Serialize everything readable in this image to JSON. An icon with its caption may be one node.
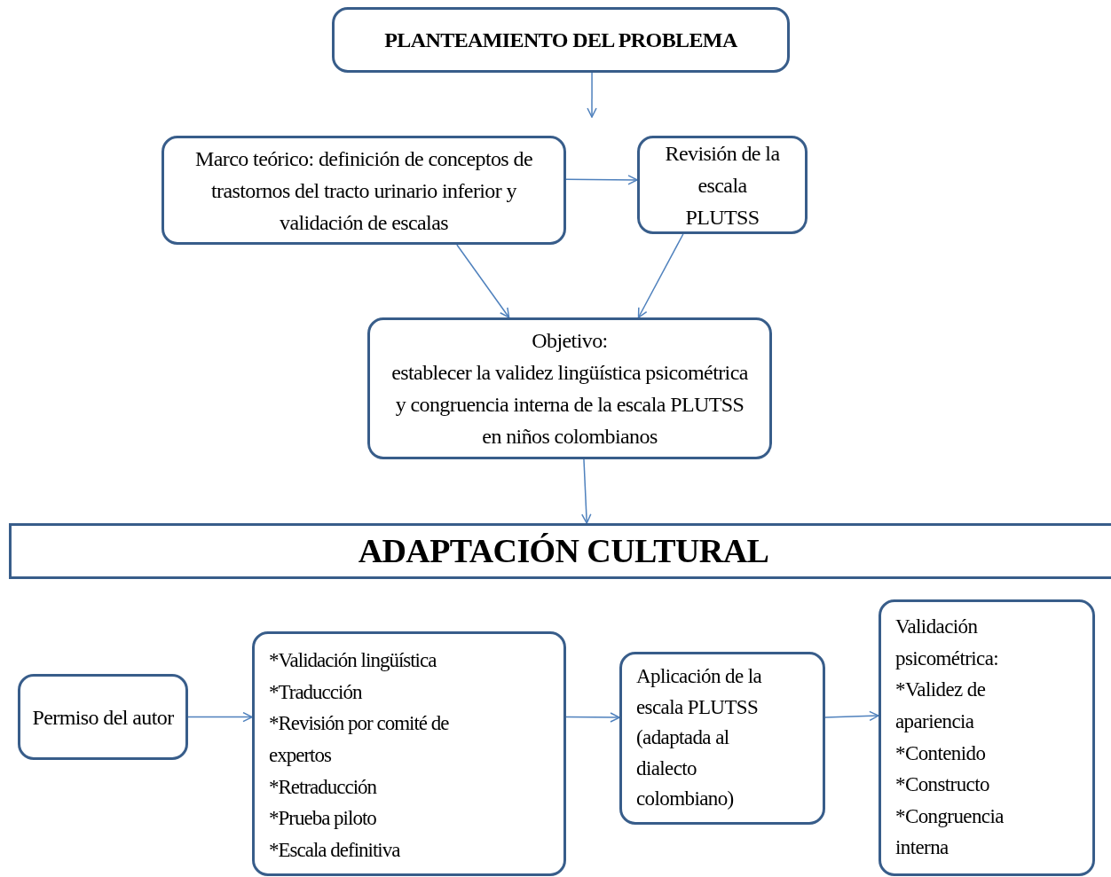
{
  "diagram": {
    "nodes": [
      {
        "text": [
          "PLANTEAMIENTO DEL PROBLEMA"
        ]
      },
      {
        "text": [
          "Marco teórico: definición de conceptos de trastornos del tracto urinario inferior y validación de escalas"
        ]
      },
      {
        "text": [
          "Revisión de la escala PLUTSS"
        ]
      },
      {
        "text": [
          "Objetivo:",
          "establecer la validez lingüística psicométrica y congruencia interna de la escala PLUTSS en niños colombianos"
        ]
      },
      {
        "text": [
          "ADAPTACIÓN CULTURAL"
        ]
      },
      {
        "text": [
          "Permiso del autor"
        ]
      },
      {
        "text": [
          "*Validación lingüística",
          "*Traducción",
          "*Revisión por comité de expertos",
          "*Retraducción",
          "*Prueba piloto",
          "*Escala definitiva"
        ]
      },
      {
        "text": [
          "Aplicación de la escala PLUTSS (adaptada al dialecto colombiano)"
        ]
      },
      {
        "text": [
          "Validación psicométrica:",
          "*Validez de apariencia",
          "*Contenido",
          "*Constructo",
          "*Congruencia interna"
        ]
      }
    ],
    "edges": [
      {
        "from": 0,
        "to": null,
        "arrow": "to"
      },
      {
        "from": 1,
        "to": 2,
        "arrow": "to"
      },
      {
        "from": 1,
        "to": 3,
        "arrow": "to"
      },
      {
        "from": 2,
        "to": 3,
        "arrow": "to"
      },
      {
        "from": 3,
        "to": 4,
        "arrow": "to"
      },
      {
        "from": 5,
        "to": 6,
        "arrow": "to"
      },
      {
        "from": 6,
        "to": 7,
        "arrow": "to"
      },
      {
        "from": 7,
        "to": 8,
        "arrow": "to"
      }
    ]
  }
}
